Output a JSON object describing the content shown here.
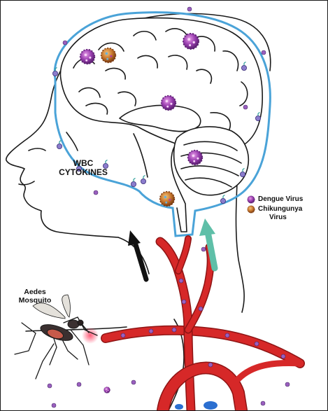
{
  "labels": {
    "wbc": [
      "WBC",
      "CYTOKINES"
    ],
    "mosquito": [
      "Aedes",
      "Mosquito"
    ]
  },
  "legend": {
    "items": [
      {
        "lines": [
          "Dengue Virus"
        ],
        "icon": "dengue-virus-icon"
      },
      {
        "lines": [
          "Chikungunya",
          "Virus"
        ],
        "icon": "chikungunya-virus-icon"
      }
    ]
  },
  "colors": {
    "outline": "#1a1a1a",
    "brain_barrier": "#4aa3d8",
    "artery": "#d62828",
    "artery_dark": "#8e1414",
    "dengue_virus": "#8a3fa0",
    "chikungunya_virus": "#c87a2e",
    "arrow_black": "#111111",
    "arrow_teal": "#5fbfa8",
    "wbc": "#7f6fbf"
  }
}
